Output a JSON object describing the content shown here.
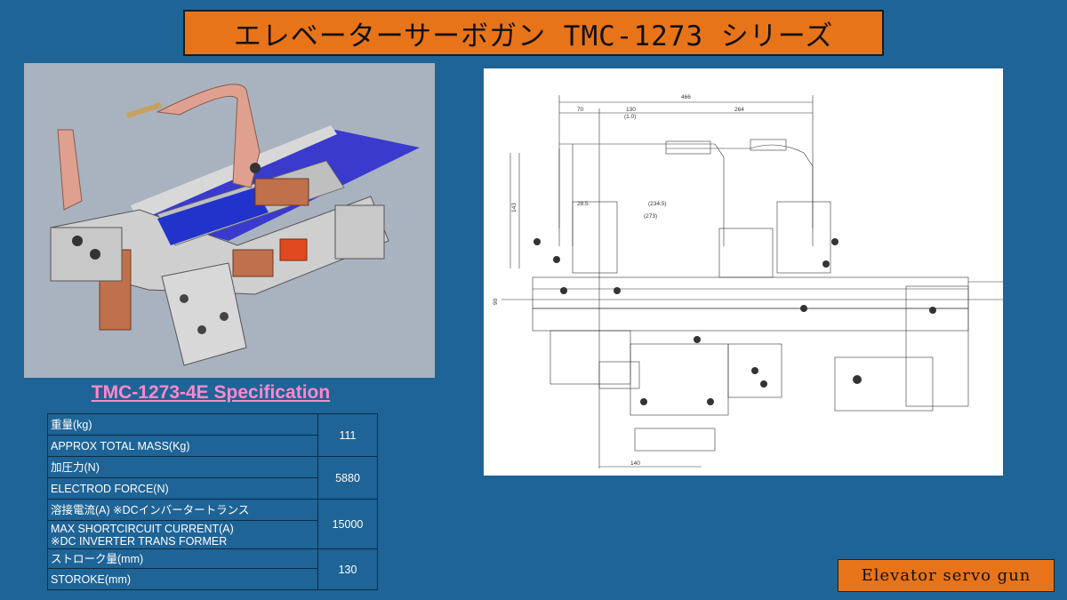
{
  "title": "エレベーターサーボガン TMC-1273 シリーズ",
  "spec": {
    "heading": "TMC-1273-4E  Specification",
    "rows": [
      {
        "jp": "重量(kg)",
        "en": "APPROX TOTAL MASS(Kg)",
        "value": "111"
      },
      {
        "jp": "加圧力(N)",
        "en": "ELECTROD FORCE(N)",
        "value": "5880"
      },
      {
        "jp": "溶接電流(A) ※DCインバータートランス",
        "en": "MAX SHORTCIRCUIT CURRENT(A)",
        "en2": "※DC INVERTER TRANS FORMER",
        "value": "15000"
      },
      {
        "jp": "ストローク量(mm)",
        "en": "STOROKE(mm)",
        "value": "130"
      }
    ]
  },
  "drawing": {
    "dims": {
      "d466": "466",
      "d70": "70",
      "d130": "130",
      "d1_0": "(1.0)",
      "d264": "264",
      "d28_5": "28.5",
      "d234_5": "(234.5)",
      "d273": "(273)",
      "d140": "140",
      "d90": "90",
      "d143": "143"
    }
  },
  "footer": "Elevator servo gun",
  "colors": {
    "background": "#1f6496",
    "accent": "#e8741a",
    "heading": "#ff88cc"
  }
}
